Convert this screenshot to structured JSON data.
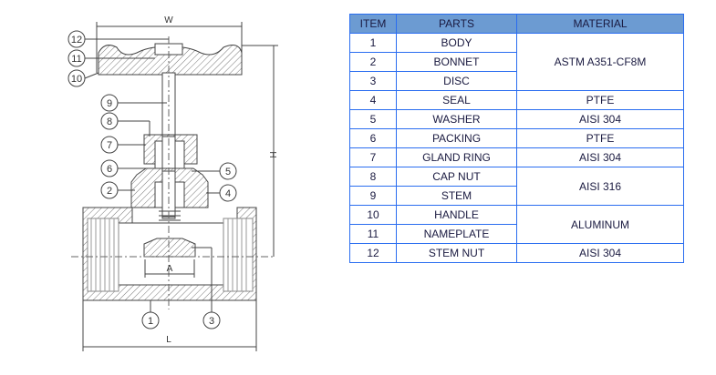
{
  "drawing": {
    "dimensions": {
      "width": "W",
      "height": "H",
      "length": "L",
      "seat": "A"
    },
    "balloons": [
      "1",
      "2",
      "3",
      "4",
      "5",
      "6",
      "7",
      "8",
      "9",
      "10",
      "11",
      "12"
    ]
  },
  "table": {
    "headers": {
      "item": "ITEM",
      "parts": "PARTS",
      "material": "MATERIAL"
    },
    "rows": [
      {
        "item": "1",
        "part": "BODY"
      },
      {
        "item": "2",
        "part": "BONNET"
      },
      {
        "item": "3",
        "part": "DISC"
      },
      {
        "item": "4",
        "part": "SEAL"
      },
      {
        "item": "5",
        "part": "WASHER"
      },
      {
        "item": "6",
        "part": "PACKING"
      },
      {
        "item": "7",
        "part": "GLAND RING"
      },
      {
        "item": "8",
        "part": "CAP NUT"
      },
      {
        "item": "9",
        "part": "STEM"
      },
      {
        "item": "10",
        "part": "HANDLE"
      },
      {
        "item": "11",
        "part": "NAMEPLATE"
      },
      {
        "item": "12",
        "part": "STEM NUT"
      }
    ],
    "materials": [
      {
        "text": "ASTM A351-CF8M",
        "items": "1-3"
      },
      {
        "text": "PTFE",
        "items": "4"
      },
      {
        "text": "AISI 304",
        "items": "5"
      },
      {
        "text": "PTFE",
        "items": "6"
      },
      {
        "text": "AISI 304",
        "items": "7"
      },
      {
        "text": "AISI 316",
        "items": "8-9"
      },
      {
        "text": "ALUMINUM",
        "items": "10-11"
      },
      {
        "text": "AISI 304",
        "items": "12"
      }
    ]
  }
}
